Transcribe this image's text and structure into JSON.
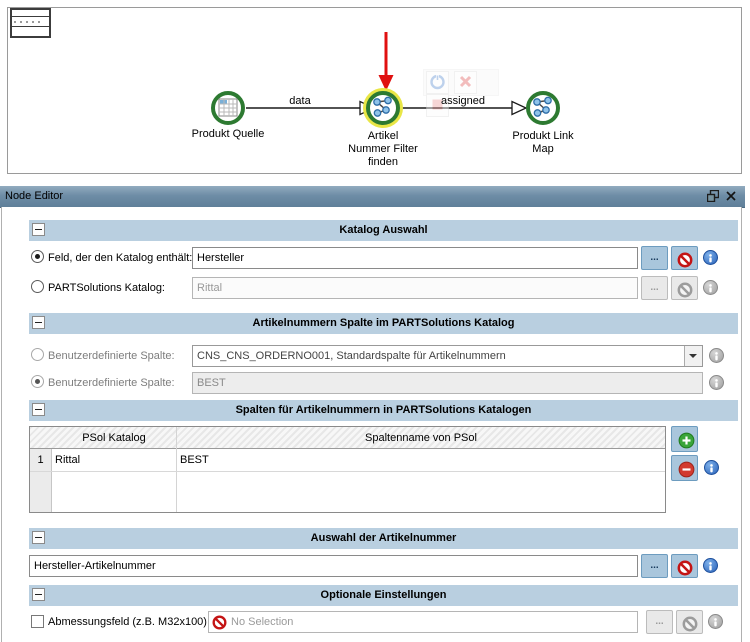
{
  "diagram": {
    "nodes": {
      "source": {
        "label": "Produkt Quelle",
        "icon": "table-icon"
      },
      "filter": {
        "line1": "Artikel",
        "line2": "Nummer Filter",
        "line3": "finden",
        "icon": "network-icon",
        "highlighted": true
      },
      "map": {
        "line1": "Produkt Link",
        "line2": "Map",
        "icon": "network-icon"
      }
    },
    "edges": {
      "e1": {
        "label": "data"
      },
      "e2": {
        "label": "assigned"
      }
    },
    "annotation": {
      "type": "red-arrow",
      "points_at": "filter"
    }
  },
  "editor": {
    "title": "Node Editor",
    "sections": {
      "katalog": {
        "title": "Katalog Auswahl",
        "row1": {
          "selected": true,
          "label": "Feld, der den Katalog enthält:",
          "value": "Hersteller",
          "browse_label": "..."
        },
        "row2": {
          "selected": false,
          "label": "PARTSolutions Katalog:",
          "value": "Rittal",
          "browse_label": "..."
        }
      },
      "spalte": {
        "title": "Artikelnummern Spalte im PARTSolutions Katalog",
        "row1": {
          "selected": false,
          "label": "Benutzerdefinierte Spalte:",
          "value": "CNS_CNS_ORDERNO001, Standardspalte für Artikelnummern"
        },
        "row2": {
          "selected": true,
          "label": "Benutzerdefinierte Spalte:",
          "value": "BEST"
        }
      },
      "tabelle": {
        "title": "Spalten für Artikelnummern in PARTSolutions Katalogen",
        "columns": [
          "PSol Katalog",
          "Spaltenname von PSol"
        ],
        "rows": [
          {
            "num": "1",
            "katalog": "Rittal",
            "spalte": "BEST"
          }
        ]
      },
      "auswahl": {
        "title": "Auswahl der Artikelnummer",
        "value": "Hersteller-Artikelnummer",
        "browse_label": "..."
      },
      "optional": {
        "title": "Optionale Einstellungen",
        "checked": false,
        "label": "Abmessungsfeld (z.B. M32x100):",
        "value": "No Selection",
        "browse_label": "..."
      }
    }
  },
  "colors": {
    "section_header": "#b9cfe0",
    "titlebar": "#6e8da6",
    "active_button": "#a9c6dc",
    "node_ring_green": "#2d7a31",
    "highlight_yellow": "#e9e646",
    "no_entry_red": "#c41414",
    "info_blue": "#2a62b8",
    "add_green": "#3aa53a",
    "annotation_red": "#e01010"
  },
  "icons": {
    "collapse": "minus-box",
    "info": "i-in-circle",
    "no_entry": "circle-with-slash",
    "add": "green-plus-circle",
    "remove": "red-minus-circle",
    "dropdown": "caret-down",
    "float_window": "overlapping-squares",
    "close": "x-mark",
    "run": "power-circle",
    "stop": "filled-square"
  }
}
